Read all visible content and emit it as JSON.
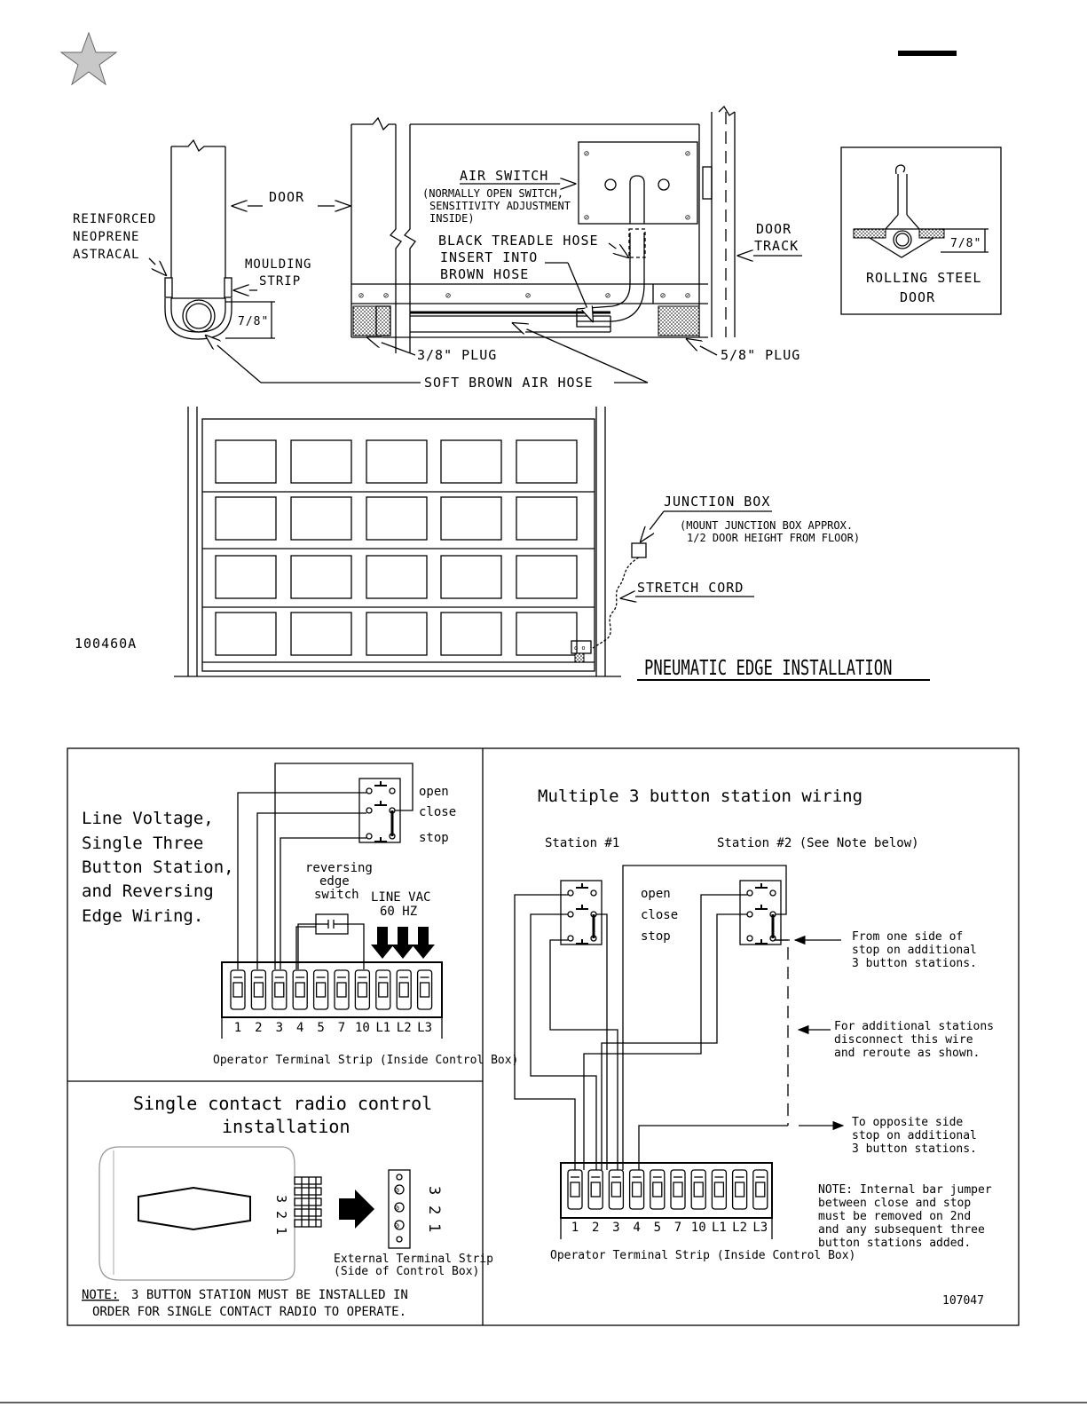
{
  "header": {
    "star_icon": "star-icon",
    "corner_bar": "heading-rule"
  },
  "top_section": {
    "labels": {
      "door": "DOOR",
      "reinforced": "REINFORCED",
      "neoprene": "NEOPRENE",
      "astracal": "ASTRACAL",
      "moulding": "MOULDING",
      "strip": "STRIP",
      "seven_eighths_left": "7/8\"",
      "air_switch": "AIR SWITCH",
      "air_switch_note1": "(NORMALLY OPEN SWITCH,",
      "air_switch_note2": "SENSITIVITY ADJUSTMENT",
      "air_switch_note3": "INSIDE)",
      "black_hose": "BLACK TREADLE HOSE",
      "insert_into": "INSERT INTO",
      "brown_hose": "BROWN HOSE",
      "door_track_1": "DOOR",
      "door_track_2": "TRACK",
      "plug_38": "3/8\" PLUG",
      "plug_58": "5/8\" PLUG",
      "soft_hose": "SOFT BROWN AIR HOSE",
      "seven_eighths_right": "7/8\"",
      "rolling_1": "ROLLING STEEL",
      "rolling_2": "DOOR"
    }
  },
  "mid_section": {
    "junction_box": "JUNCTION BOX",
    "junction_note1": "(MOUNT JUNCTION BOX APPROX.",
    "junction_note2": "1/2 DOOR HEIGHT FROM FLOOR)",
    "stretch_cord": "STRETCH CORD",
    "drawing_number": "100460A",
    "title": "PNEUMATIC EDGE INSTALLATION"
  },
  "panel_line_voltage": {
    "title_lines": [
      "Line Voltage,",
      "Single Three",
      "Button Station,",
      "and Reversing",
      "Edge Wiring."
    ],
    "open": "open",
    "close": "close",
    "stop": "stop",
    "reversing_1": "reversing",
    "reversing_2": "edge",
    "reversing_3": "switch",
    "line_vac": "LINE VAC",
    "hz": "60 HZ",
    "terminals": [
      "1",
      "2",
      "3",
      "4",
      "5",
      "7",
      "10",
      "L1",
      "L2",
      "L3"
    ],
    "caption": "Operator Terminal Strip (Inside Control Box)"
  },
  "panel_radio": {
    "title_1": "Single contact radio control",
    "title_2": "installation",
    "receiver_terminals": [
      "3",
      "2",
      "1"
    ],
    "external_terminals": [
      "3",
      "2",
      "1"
    ],
    "ext_caption_1": "External Terminal Strip",
    "ext_caption_2": "(Side of Control Box)",
    "note_label": "NOTE:",
    "note_1": "3 BUTTON STATION MUST BE INSTALLED IN",
    "note_2": "ORDER FOR SINGLE CONTACT RADIO TO OPERATE."
  },
  "panel_multi": {
    "title": "Multiple 3 button station wiring",
    "station1": "Station #1",
    "station2": "Station #2 (See Note below)",
    "open": "open",
    "close": "close",
    "stop": "stop",
    "from_one_side": [
      "From one side of",
      "stop on additional",
      "3 button stations."
    ],
    "additional": [
      "For additional stations",
      "disconnect this wire",
      "and reroute as shown."
    ],
    "opposite": [
      "To opposite side",
      "stop on additional",
      "3 button stations."
    ],
    "note": [
      "NOTE: Internal bar jumper",
      "between close and stop",
      "must be removed on 2nd",
      "and any subsequent three",
      "button stations added."
    ],
    "terminals": [
      "1",
      "2",
      "3",
      "4",
      "5",
      "7",
      "10",
      "L1",
      "L2",
      "L3"
    ],
    "caption": "Operator Terminal Strip (Inside Control Box)",
    "drawing_number": "107047"
  }
}
